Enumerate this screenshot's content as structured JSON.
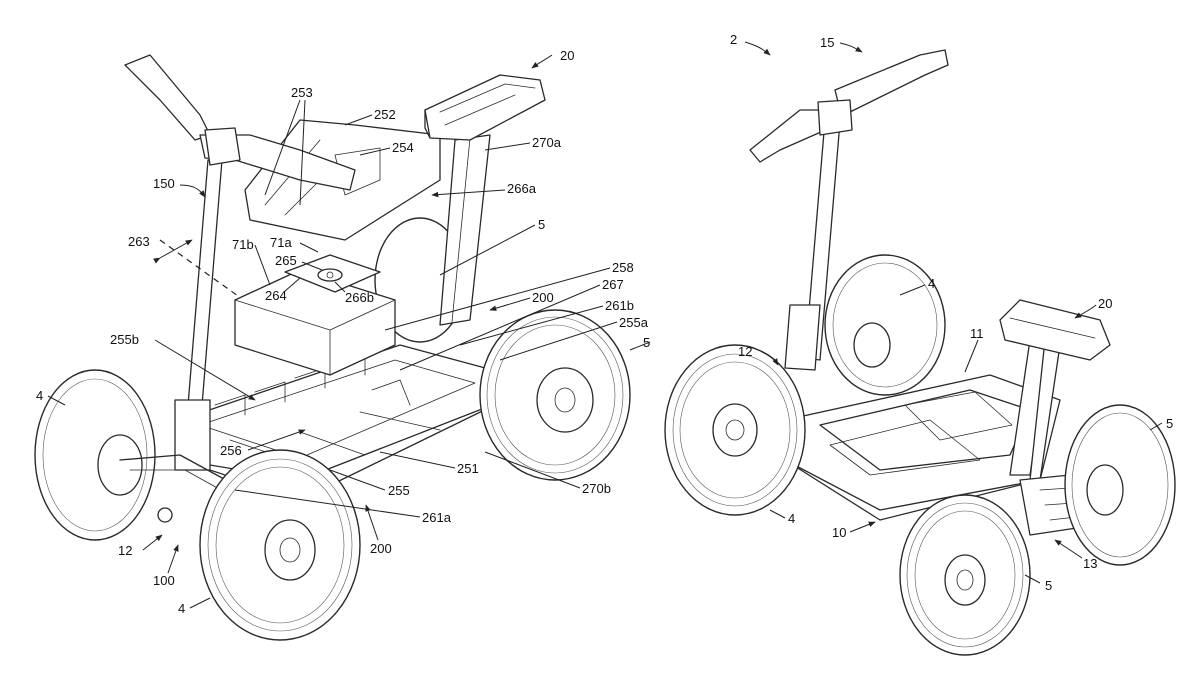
{
  "figure": {
    "left_view": {
      "labels": [
        "20",
        "253",
        "252",
        "254",
        "270a",
        "150",
        "266a",
        "5",
        "263",
        "71b",
        "71a",
        "265",
        "258",
        "264",
        "266b",
        "267",
        "200",
        "261b",
        "255a",
        "255b",
        "5",
        "4",
        "256",
        "251",
        "270b",
        "255",
        "261a",
        "200",
        "12",
        "100",
        "4"
      ]
    },
    "right_view": {
      "labels": [
        "2",
        "15",
        "20",
        "4",
        "12",
        "11",
        "5",
        "4",
        "10",
        "13",
        "5"
      ]
    }
  },
  "colors": {
    "line": "#2a2a2a",
    "background": "#ffffff"
  }
}
